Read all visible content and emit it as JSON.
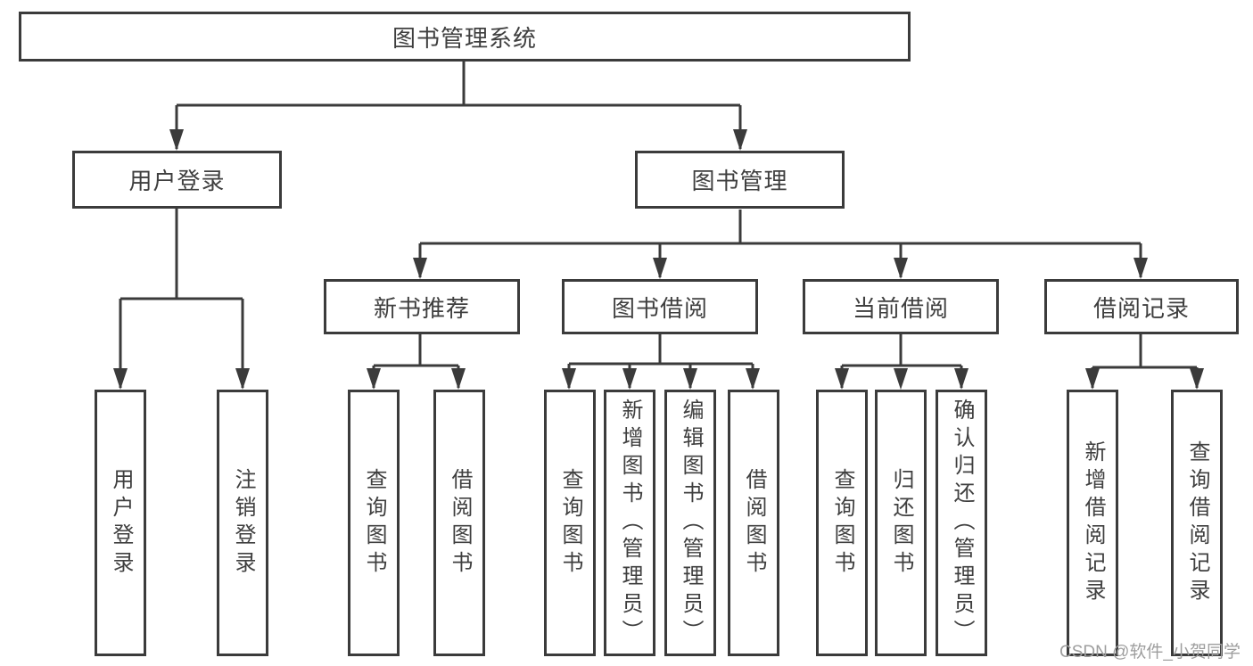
{
  "title": "图书管理系统",
  "level2": {
    "user_login": "用户登录",
    "book_management": "图书管理"
  },
  "level3": {
    "new_book_recommend": "新书推荐",
    "book_borrow": "图书借阅",
    "current_borrow": "当前借阅",
    "borrow_records": "借阅记录"
  },
  "leaves": {
    "user_login": [
      "用户登录",
      "注销登录"
    ],
    "new_book_recommend": [
      "查询图书",
      "借阅图书"
    ],
    "book_borrow": [
      "查询图书",
      "新增图书（管理员）",
      "编辑图书（管理员）",
      "借阅图书"
    ],
    "current_borrow": [
      "查询图书",
      "归还图书",
      "确认归还（管理员）"
    ],
    "borrow_records": [
      "新增借阅记录",
      "查询借阅记录"
    ]
  },
  "watermark": "CSDN @软件_小贺同学",
  "colors": {
    "line": "#3b3b3b",
    "text": "#3f3f3f",
    "watermark": "#9e9e9e",
    "background": "#ffffff"
  }
}
